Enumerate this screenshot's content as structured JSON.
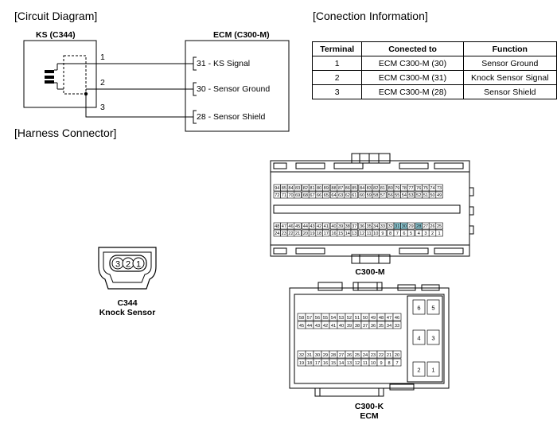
{
  "sections": {
    "circuit": "[Circuit Diagram]",
    "connection": "[Conection Information]",
    "harness": "[Harness Connector]"
  },
  "circuit": {
    "ks_label": "KS (C344)",
    "ecm_label": "ECM (C300-M)",
    "wire_numbers": [
      "1",
      "2",
      "3"
    ],
    "ecm_pins": [
      "31 - KS Signal",
      "30 - Sensor Ground",
      "28 - Sensor Shield"
    ]
  },
  "table": {
    "headers": [
      "Terminal",
      "Conected to",
      "Function"
    ],
    "rows": [
      [
        "1",
        "ECM C300-M (30)",
        "Sensor Ground"
      ],
      [
        "2",
        "ECM C300-M (31)",
        "Knock Sensor Signal"
      ],
      [
        "3",
        "ECM C300-M (28)",
        "Sensor Shield"
      ]
    ]
  },
  "harness": {
    "c344": {
      "pins": [
        "3",
        "2",
        "1"
      ],
      "label1": "C344",
      "label2": "Knock Sensor"
    },
    "c300m": {
      "label": "C300-M",
      "row1": [
        "94",
        "85",
        "84",
        "83",
        "82",
        "81",
        "80",
        "89",
        "88",
        "87",
        "86",
        "85",
        "84",
        "83",
        "82",
        "81",
        "80",
        "79",
        "78",
        "77",
        "76",
        "75",
        "74",
        "73"
      ],
      "row2": [
        "72",
        "71",
        "70",
        "69",
        "68",
        "67",
        "66",
        "65",
        "64",
        "63",
        "62",
        "61",
        "60",
        "59",
        "58",
        "57",
        "56",
        "55",
        "54",
        "53",
        "52",
        "51",
        "50",
        "49"
      ],
      "row3": [
        "48",
        "47",
        "46",
        "45",
        "44",
        "43",
        "42",
        "41",
        "40",
        "39",
        "38",
        "37",
        "36",
        "35",
        "34",
        "33",
        "32",
        "31",
        "30",
        "29",
        "28",
        "27",
        "26",
        "25"
      ],
      "row4": [
        "24",
        "23",
        "22",
        "21",
        "20",
        "19",
        "18",
        "17",
        "16",
        "15",
        "14",
        "13",
        "12",
        "11",
        "10",
        "9",
        "8",
        "7",
        "6",
        "5",
        "4",
        "3",
        "2",
        "1"
      ],
      "highlighted": [
        "31",
        "30",
        "28"
      ],
      "highlight_color": "#8ec9d4"
    },
    "c300k": {
      "label1": "C300-K",
      "label2": "ECM",
      "row1": [
        "58",
        "57",
        "56",
        "55",
        "54",
        "53",
        "52",
        "51",
        "50",
        "49",
        "48",
        "47",
        "46"
      ],
      "row2": [
        "45",
        "44",
        "43",
        "42",
        "41",
        "40",
        "39",
        "38",
        "37",
        "36",
        "35",
        "34",
        "33"
      ],
      "row3": [
        "32",
        "31",
        "30",
        "29",
        "28",
        "27",
        "26",
        "25",
        "24",
        "23",
        "22",
        "21",
        "20"
      ],
      "row4": [
        "19",
        "18",
        "17",
        "16",
        "15",
        "14",
        "13",
        "12",
        "11",
        "10",
        "9",
        "8",
        "7"
      ],
      "side": [
        [
          "6",
          "5"
        ],
        [
          "4",
          "3"
        ],
        [
          "2",
          "1"
        ]
      ]
    }
  }
}
